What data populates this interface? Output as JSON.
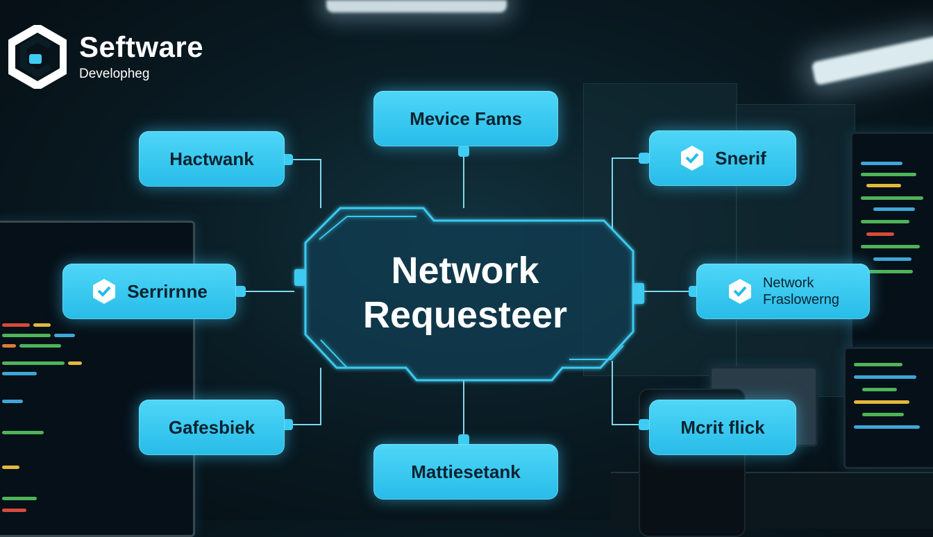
{
  "logo": {
    "title": "Seftware",
    "subtitle": "Developheg"
  },
  "center_node": {
    "line1": "Network",
    "line2": "Requesteer"
  },
  "nodes": {
    "top": {
      "label": "Mevice Fams"
    },
    "upper_left": {
      "label": "Hactwank"
    },
    "upper_right": {
      "label": "Snerif",
      "icon": "shield-check-icon"
    },
    "mid_left": {
      "label": "Serrirnne",
      "icon": "shield-check-icon"
    },
    "mid_right": {
      "label_line1": "Network",
      "label_line2": "Fraslowerng",
      "icon": "shield-check-icon"
    },
    "lower_left": {
      "label": "Gafesbiek"
    },
    "lower_right": {
      "label": "Mcrit flick"
    },
    "bottom": {
      "label": "Mattiesetank"
    }
  },
  "colors": {
    "node_fill": "#3fcdf3",
    "connector": "#7fd8ee",
    "hub_outline": "#3ec9f0",
    "text_on_node": "#0a2330"
  }
}
